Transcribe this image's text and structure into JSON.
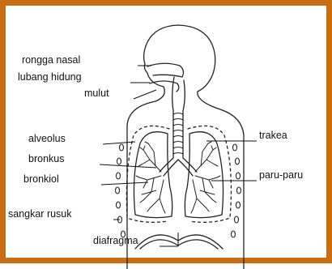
{
  "diagram": {
    "labels": {
      "rongga_nasal": "rongga nasal",
      "lubang_hidung": "lubang hidung",
      "mulut": "mulut",
      "alveolus": "alveolus",
      "bronkus": "bronkus",
      "bronkiol": "bronkiol",
      "sangkar_rusuk": "sangkar rusuk",
      "diafragma": "diafragma",
      "trakea": "trakea",
      "paru_paru": "paru-paru"
    },
    "frame_color": "#c96d12"
  }
}
